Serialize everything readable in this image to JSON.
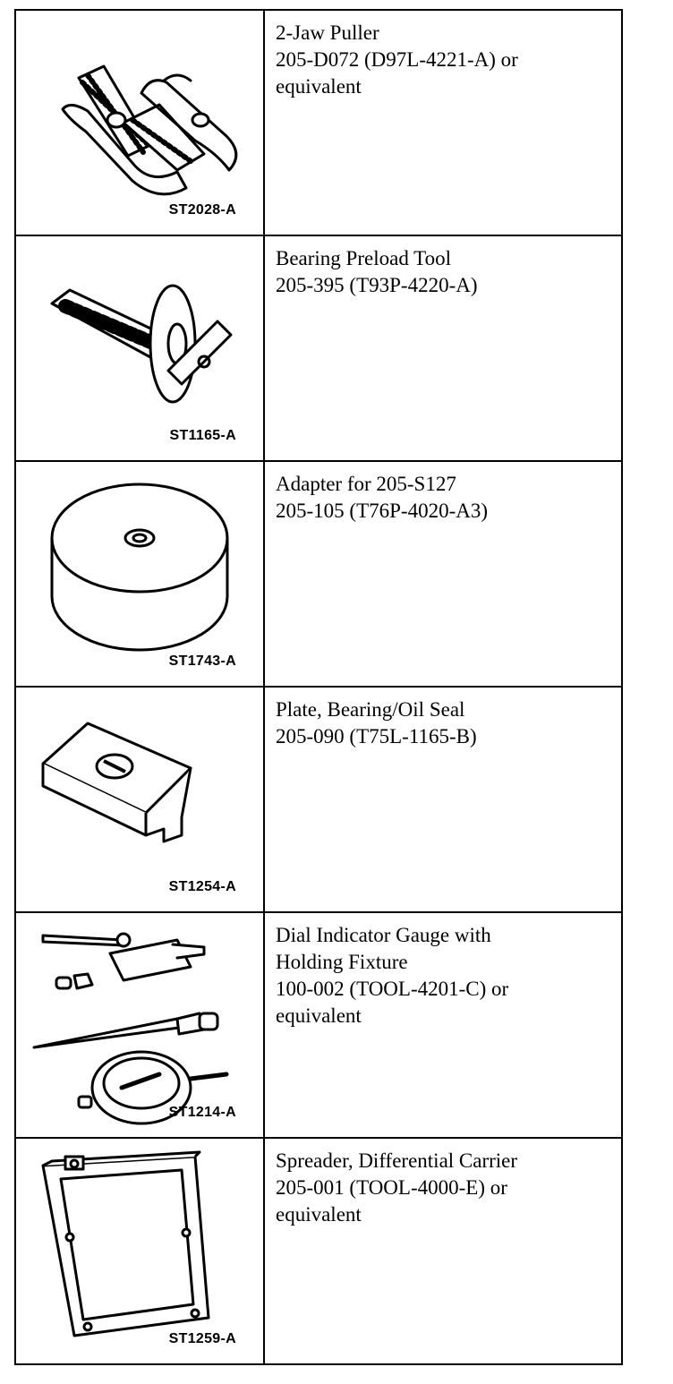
{
  "tools": [
    {
      "illustration_code": "ST2028-A",
      "icon": "two-jaw-puller-icon",
      "lines": [
        "2-Jaw Puller",
        "205-D072 (D97L-4221-A) or",
        "equivalent"
      ]
    },
    {
      "illustration_code": "ST1165-A",
      "icon": "bearing-preload-tool-icon",
      "lines": [
        "Bearing Preload Tool",
        "205-395 (T93P-4220-A)"
      ]
    },
    {
      "illustration_code": "ST1743-A",
      "icon": "adapter-disc-icon",
      "lines": [
        "Adapter for 205-S127",
        "205-105 (T76P-4020-A3)"
      ]
    },
    {
      "illustration_code": "ST1254-A",
      "icon": "bearing-oil-seal-plate-icon",
      "lines": [
        "Plate, Bearing/Oil Seal",
        "205-090 (T75L-1165-B)"
      ]
    },
    {
      "illustration_code": "ST1214-A",
      "icon": "dial-indicator-gauge-icon",
      "lines": [
        "Dial Indicator Gauge with",
        "Holding Fixture",
        "100-002 (TOOL-4201-C) or",
        "equivalent"
      ]
    },
    {
      "illustration_code": "ST1259-A",
      "icon": "differential-carrier-spreader-icon",
      "lines": [
        "Spreader, Differential Carrier",
        "205-001 (TOOL-4000-E) or",
        "equivalent"
      ]
    }
  ]
}
